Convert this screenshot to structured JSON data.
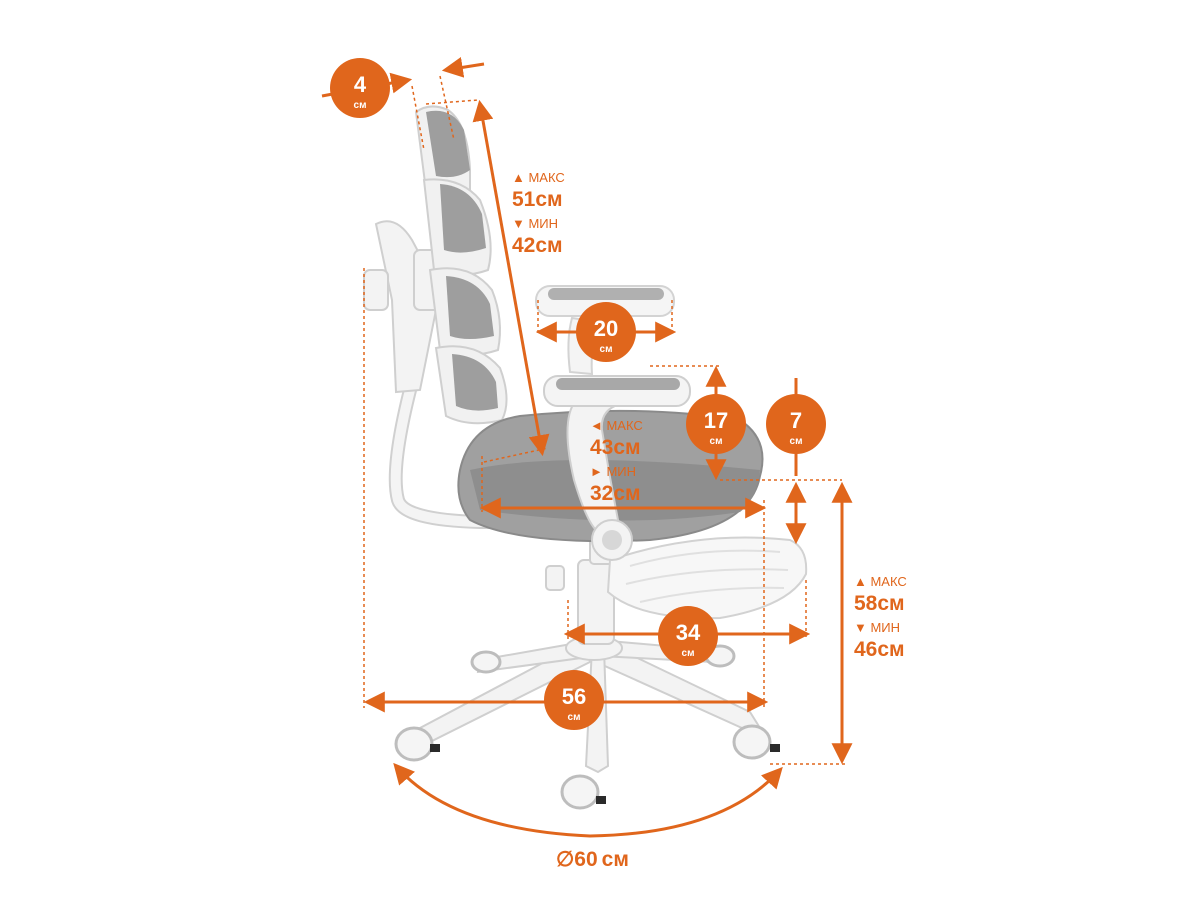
{
  "colors": {
    "accent": "#e0661c",
    "chair_frame": "#f0f0f0",
    "chair_outline": "#c8c8c8",
    "upholstery": "#9a9a9a",
    "upholstery_light": "#b4b4b4"
  },
  "unit": "см",
  "dimensions": {
    "back_thickness": {
      "value": "4",
      "unit": "см"
    },
    "armrest_length": {
      "value": "20",
      "unit": "см"
    },
    "armrest_height": {
      "value": "17",
      "unit": "см"
    },
    "seat_adjust": {
      "value": "7",
      "unit": "см"
    },
    "footrest_depth": {
      "value": "34",
      "unit": "см"
    },
    "base_depth": {
      "value": "56",
      "unit": "см"
    },
    "base_diameter": {
      "symbol": "∅",
      "value": "60",
      "unit": "см"
    }
  },
  "ranges": {
    "back_height": {
      "max_label": "▲ МАКС",
      "max_value": "51см",
      "min_label": "▼ МИН",
      "min_value": "42см"
    },
    "seat_depth": {
      "max_label": "◄ МАКС",
      "max_value": "43см",
      "min_label": "► МИН",
      "min_value": "32см"
    },
    "seat_height": {
      "max_label": "▲ МАКС",
      "max_value": "58см",
      "min_label": "▼ МИН",
      "min_value": "46см"
    }
  }
}
